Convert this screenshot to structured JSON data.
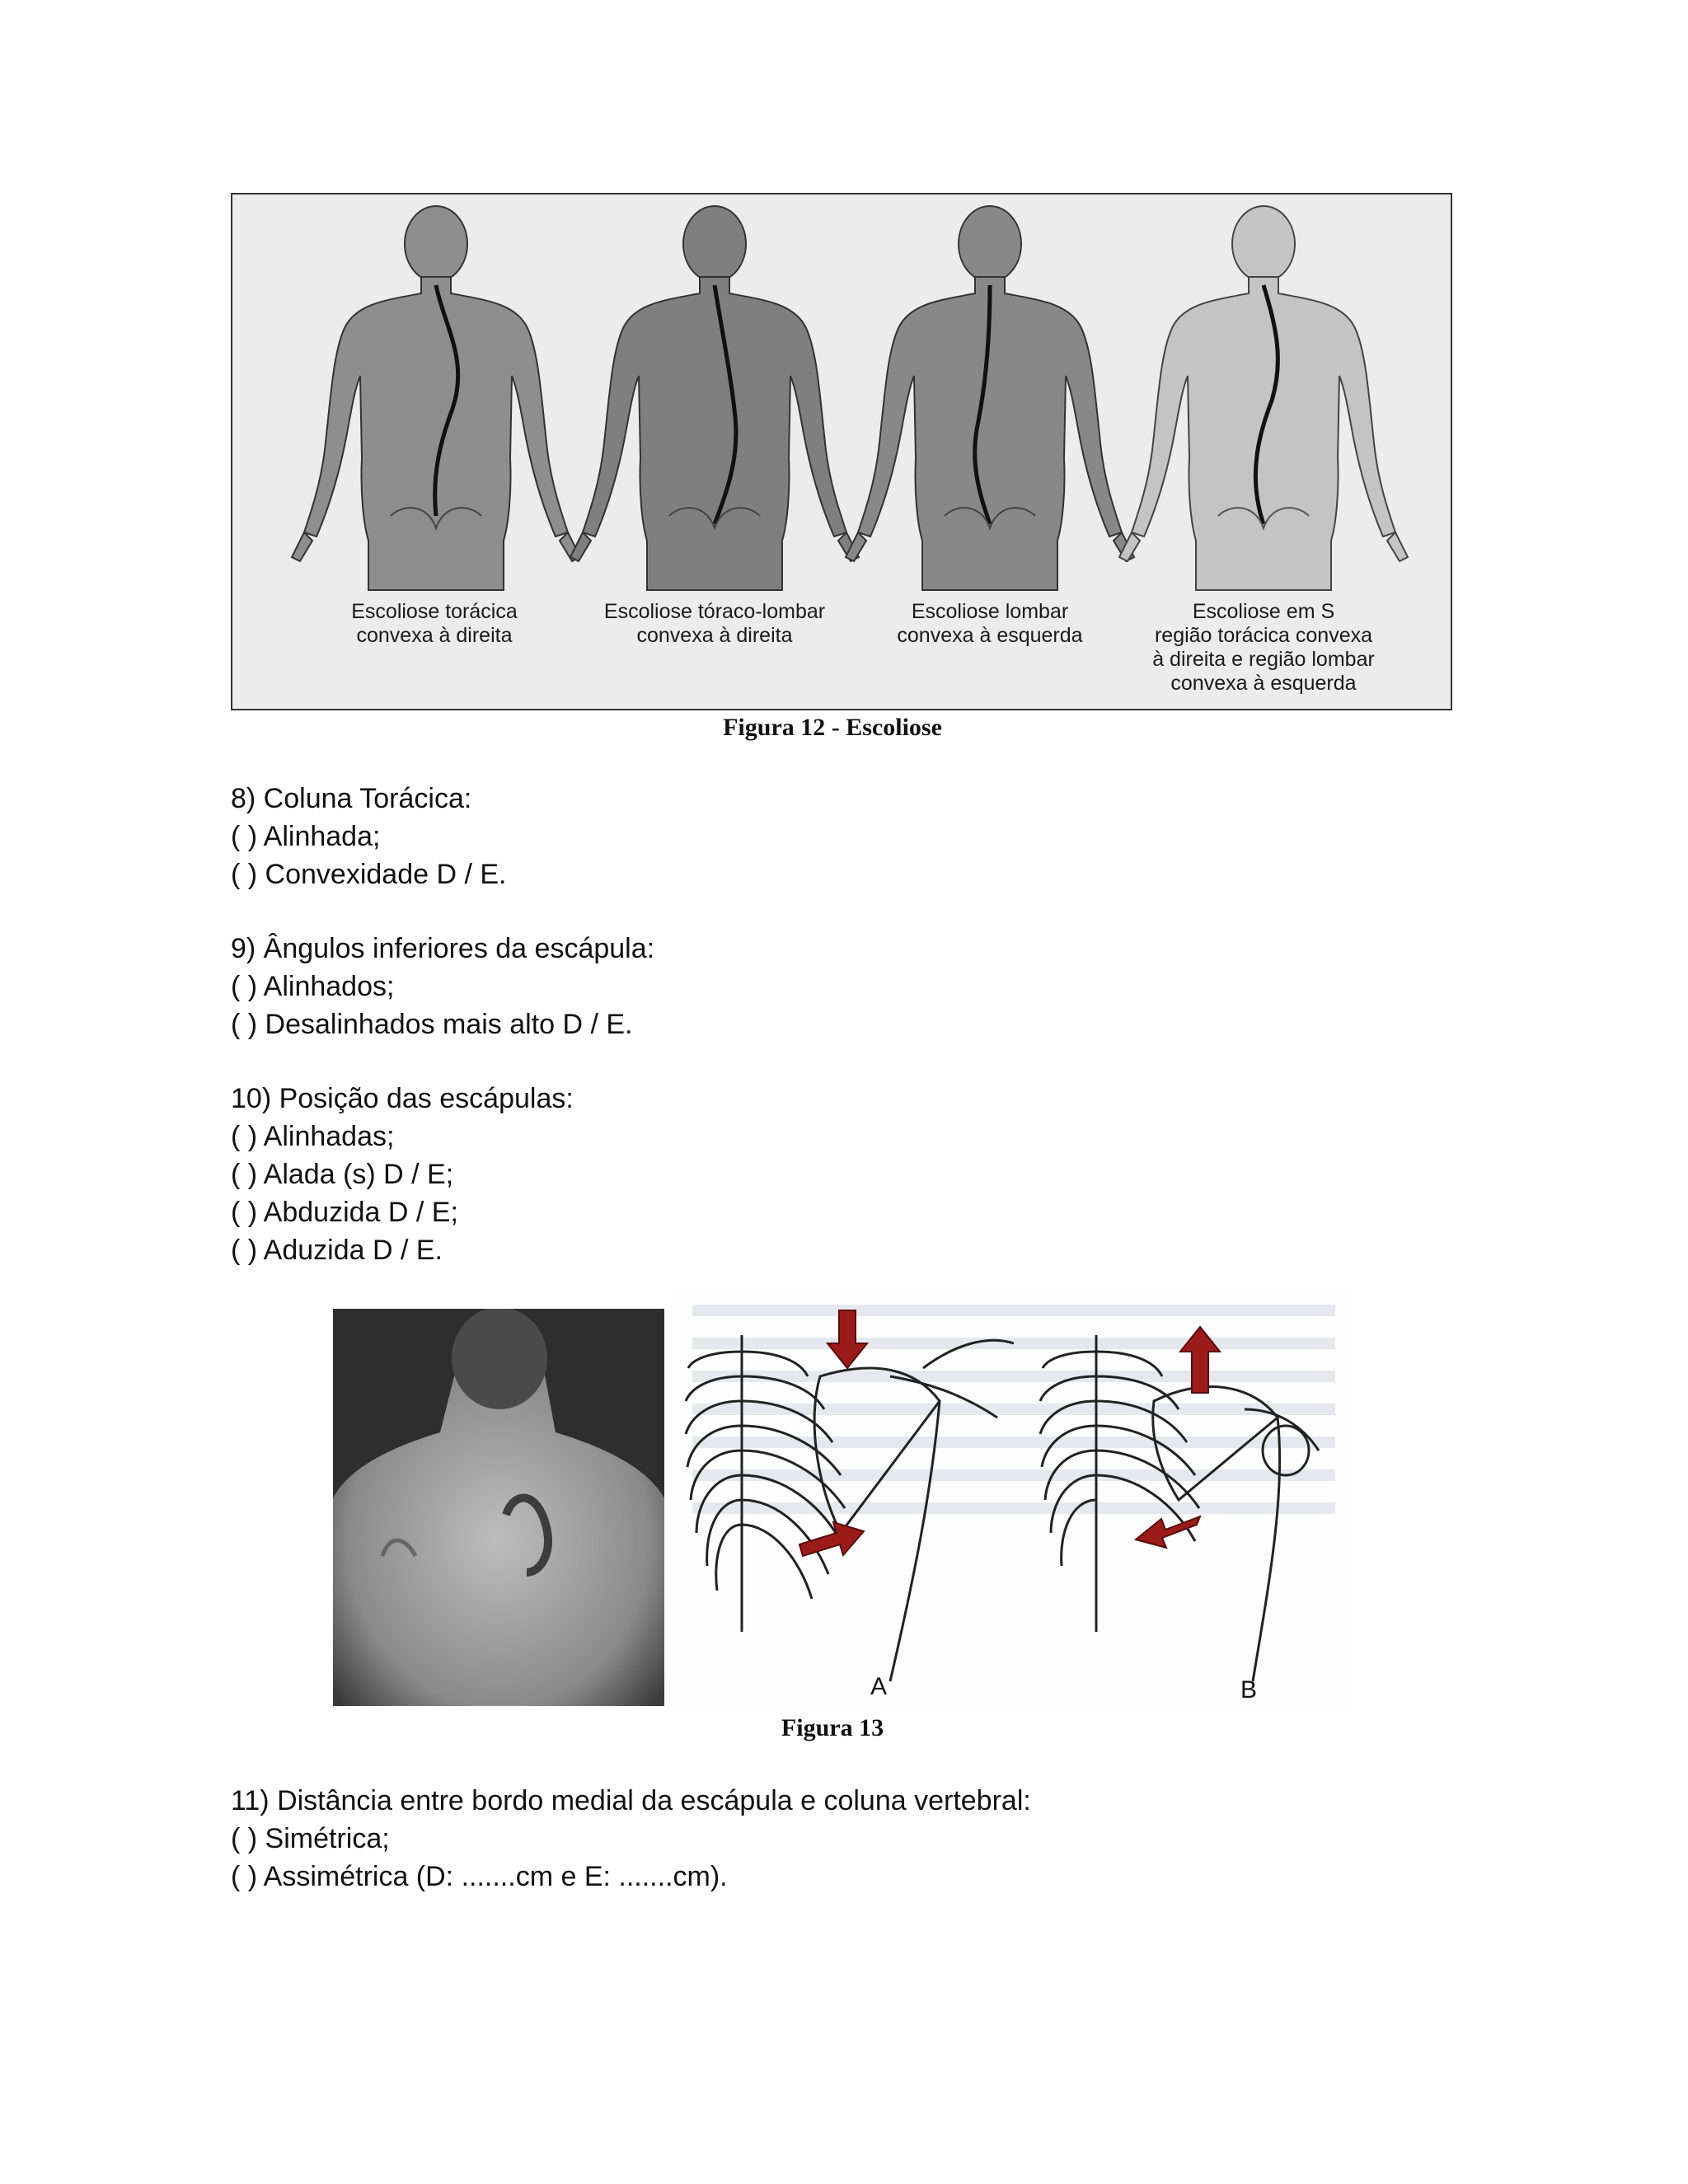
{
  "figure12": {
    "labels": [
      "Escoliose torácica\nconvexa à direita",
      "Escoliose tóraco-lombar\nconvexa à direita",
      "Escoliose lombar\nconvexa à esquerda",
      "Escoliose em S\nregião torácica convexa\nà direita e região lombar\nconvexa à esquerda"
    ],
    "caption": "Figura 12 - Escoliose"
  },
  "questions": {
    "q8": {
      "title": "8) Coluna Torácica:",
      "options": [
        "(  ) Alinhada;",
        "(  ) Convexidade D / E."
      ]
    },
    "q9": {
      "title": "9) Ângulos inferiores da escápula:",
      "options": [
        "(  ) Alinhados;",
        "(  ) Desalinhados mais alto D / E."
      ]
    },
    "q10": {
      "title": "10) Posição das escápulas:",
      "options": [
        "(  ) Alinhadas;",
        "(  ) Alada (s) D / E;",
        "(  ) Abduzida D / E;",
        "(  ) Aduzida D / E."
      ]
    },
    "q11": {
      "title": "11) Distância entre bordo medial da escápula e coluna vertebral:",
      "options": [
        "(  ) Simétrica;",
        "(  ) Assimétrica (D: .......cm e E: .......cm)."
      ]
    }
  },
  "figure13": {
    "label_a": "A",
    "label_b": "B",
    "caption": "Figura 13",
    "arrow_color": "#9b1b1b"
  }
}
